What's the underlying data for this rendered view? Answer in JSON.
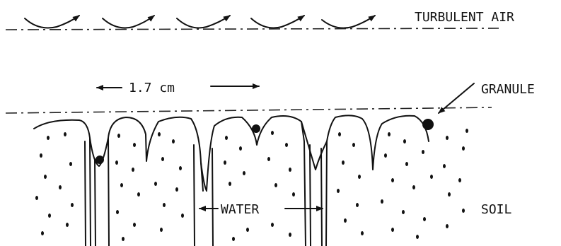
{
  "labels": {
    "turbulent_air": "TURBULENT AIR",
    "distance": "1.7 cm",
    "granule": "GRANULE",
    "water": "WATER",
    "soil": "SOIL"
  }
}
